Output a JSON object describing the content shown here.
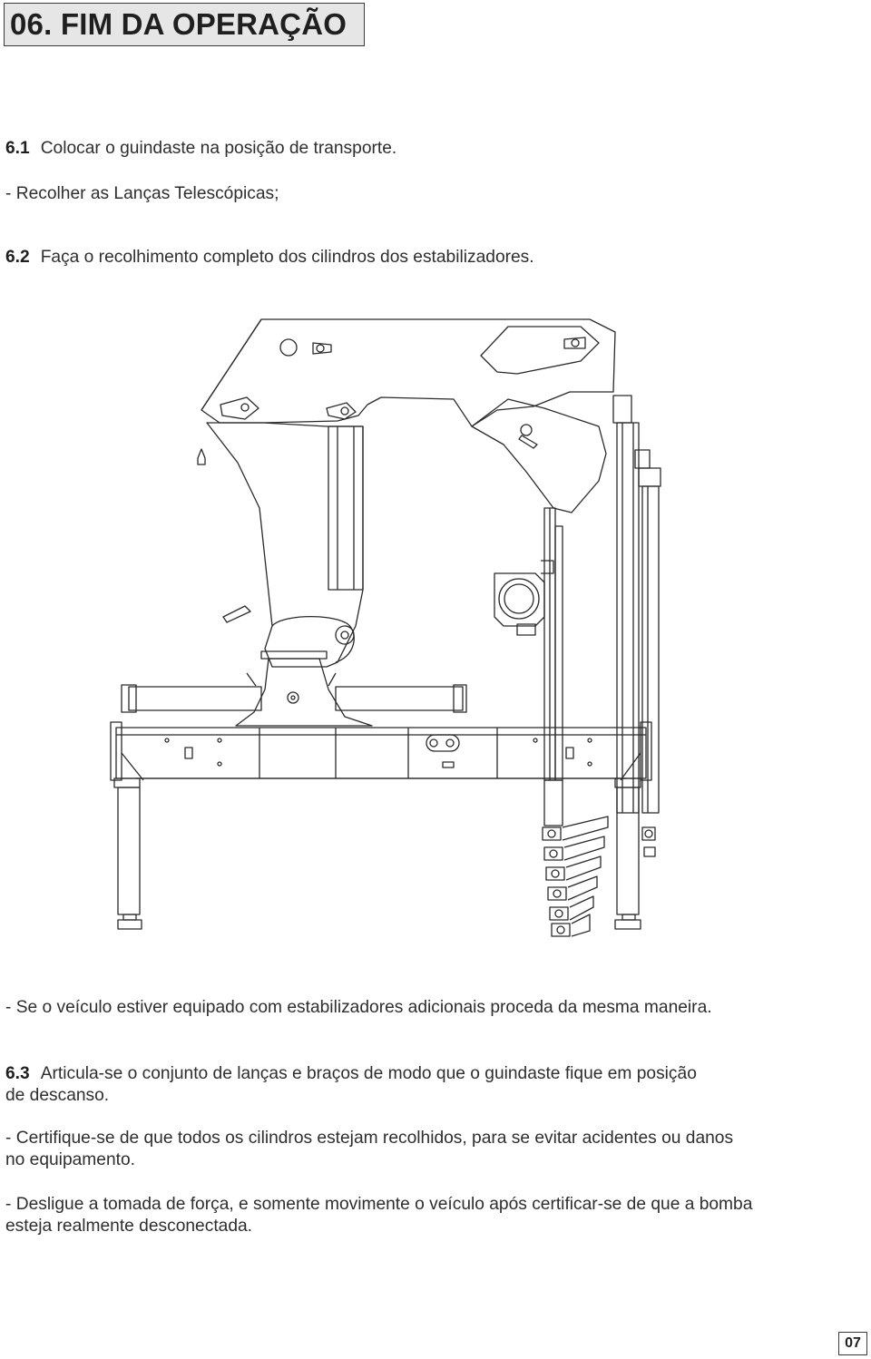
{
  "header": {
    "title": "06. FIM DA OPERAÇÃO"
  },
  "items": {
    "s61_num": "6.1",
    "s61_text": "Colocar o guindaste na posição de transporte.",
    "s61_bullet": "- Recolher as Lanças Telescópicas;",
    "s62_num": "6.2",
    "s62_text": "Faça o recolhimento completo dos cilindros dos estabilizadores.",
    "additional_note": "- Se o veículo estiver equipado com estabilizadores adicionais proceda da mesma maneira.",
    "s63_num": "6.3",
    "s63_text_l1": "Articula-se o conjunto de lanças e braços de modo que o guindaste fique em posição",
    "s63_text_l2": "de descanso.",
    "check_l1": "- Certifique-se de que todos os cilindros estejam recolhidos, para se evitar acidentes ou danos",
    "check_l2": "no equipamento.",
    "pto_l1": "- Desligue a tomada de força, e somente movimente o veículo após certificar-se de que a bomba",
    "pto_l2": "esteja realmente desconectada."
  },
  "footer": {
    "page_number": "07"
  }
}
